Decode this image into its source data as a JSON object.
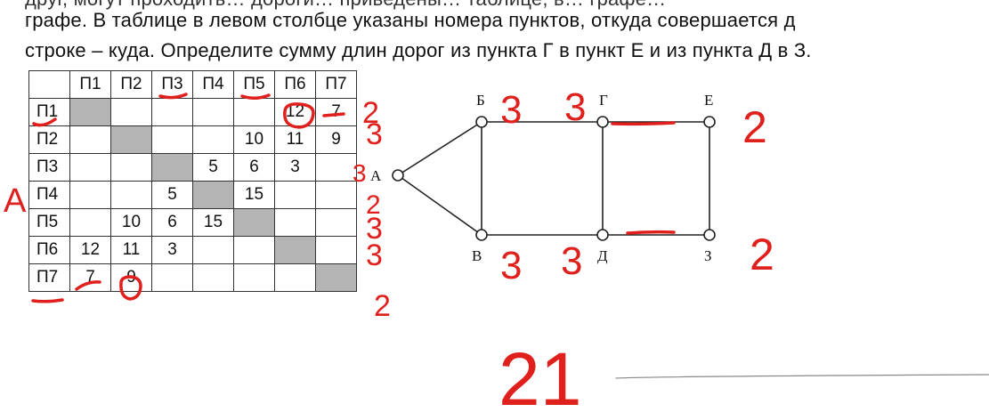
{
  "problem": {
    "line0": "друг, могут проходить… дороги… приведены… таблице, в… графе…",
    "line1": "графе. В таблице в левом столбце указаны номера пунктов, откуда совершается д",
    "line2": "строке – куда. Определите сумму длин дорог из пункта Г в пункт Е и из пункта Д в З."
  },
  "table": {
    "col_headers": [
      "П1",
      "П2",
      "П3",
      "П4",
      "П5",
      "П6",
      "П7"
    ],
    "rows": [
      {
        "label": "П1",
        "cells": [
          "",
          "",
          "",
          "",
          "",
          "12",
          "7"
        ]
      },
      {
        "label": "П2",
        "cells": [
          "",
          "",
          "",
          "",
          "10",
          "11",
          "9"
        ]
      },
      {
        "label": "П3",
        "cells": [
          "",
          "",
          "",
          "5",
          "6",
          "3",
          ""
        ]
      },
      {
        "label": "П4",
        "cells": [
          "",
          "",
          "5",
          "",
          "15",
          "",
          ""
        ]
      },
      {
        "label": "П5",
        "cells": [
          "",
          "10",
          "6",
          "15",
          "",
          "",
          ""
        ]
      },
      {
        "label": "П6",
        "cells": [
          "12",
          "11",
          "3",
          "",
          "",
          "",
          ""
        ]
      },
      {
        "label": "П7",
        "cells": [
          "7",
          "9",
          "",
          "",
          "",
          "",
          ""
        ]
      }
    ]
  },
  "graph": {
    "nodes": [
      "А",
      "Б",
      "В",
      "Г",
      "Д",
      "Е",
      "З"
    ],
    "edges": [
      [
        "А",
        "Б"
      ],
      [
        "А",
        "В"
      ],
      [
        "Б",
        "Г"
      ],
      [
        "Б",
        "В"
      ],
      [
        "Г",
        "Е"
      ],
      [
        "Г",
        "Д"
      ],
      [
        "В",
        "Д"
      ],
      [
        "Д",
        "З"
      ],
      [
        "Е",
        "З"
      ]
    ]
  },
  "annotations": {
    "ink_color": "#e0201c",
    "row_degrees": [
      "2",
      "3",
      "3",
      "2",
      "3",
      "3",
      "2"
    ],
    "table_mark_a": "А",
    "node_degrees": {
      "Б": "3",
      "Г": "3",
      "Е": "2",
      "В": "3",
      "Д": "3",
      "З": "2"
    },
    "answer": "21"
  }
}
